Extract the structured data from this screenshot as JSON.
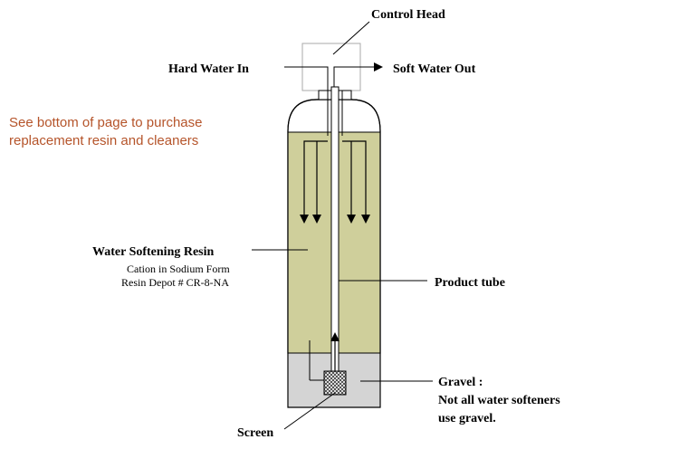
{
  "labels": {
    "control_head": "Control Head",
    "hard_water_in": "Hard Water In",
    "soft_water_out": "Soft Water Out",
    "note_line1": "See bottom of page to purchase",
    "note_line2": "replacement resin and cleaners",
    "resin_title": "Water Softening Resin",
    "resin_line1": "Cation in Sodium Form",
    "resin_line2": "Resin Depot # CR-8-NA",
    "product_tube": "Product tube",
    "gravel_title": "Gravel :",
    "gravel_line1": "Not all water softeners",
    "gravel_line2": "use gravel.",
    "screen": "Screen"
  },
  "colors": {
    "resin": "#cfcf9b",
    "gravel": "#d4d4d4",
    "note": "#b5542a",
    "outline": "#000000"
  }
}
